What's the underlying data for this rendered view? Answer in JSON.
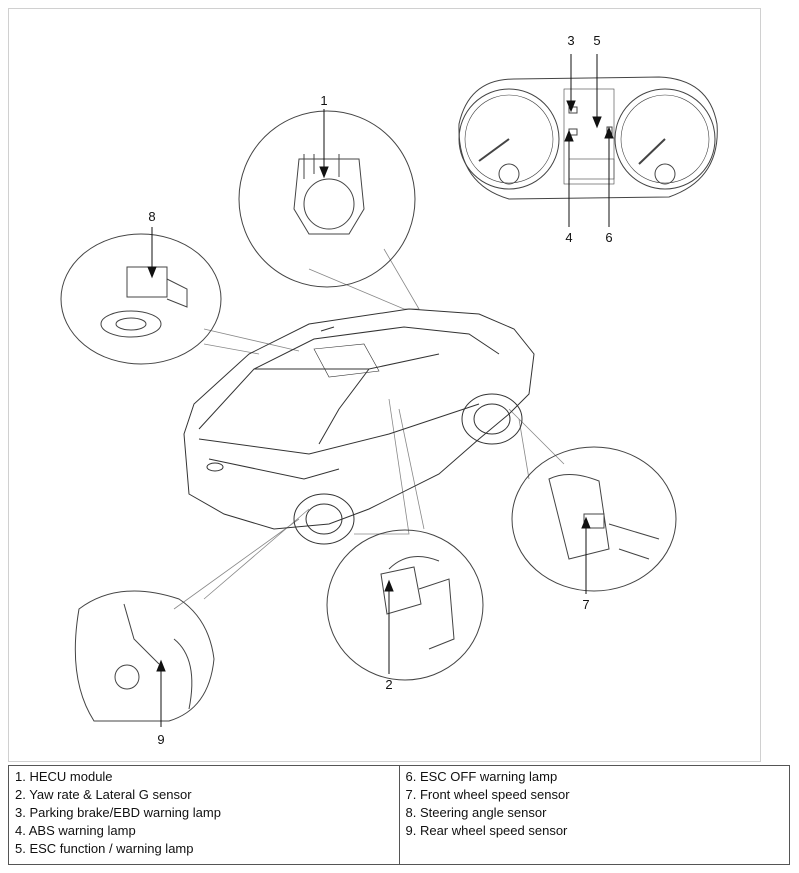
{
  "callouts": {
    "c1": "1",
    "c2": "2",
    "c3": "3",
    "c4": "4",
    "c5": "5",
    "c6": "6",
    "c7": "7",
    "c8": "8",
    "c9": "9"
  },
  "legend": {
    "left": [
      "1. HECU module",
      "2. Yaw rate & Lateral G sensor",
      "3. Parking brake/EBD warning lamp",
      "4. ABS warning lamp",
      "5. ESC function / warning lamp"
    ],
    "right": [
      "6. ESC OFF warning lamp",
      "7. Front wheel speed sensor",
      "8. Steering angle sensor",
      "9. Rear wheel speed sensor"
    ]
  }
}
